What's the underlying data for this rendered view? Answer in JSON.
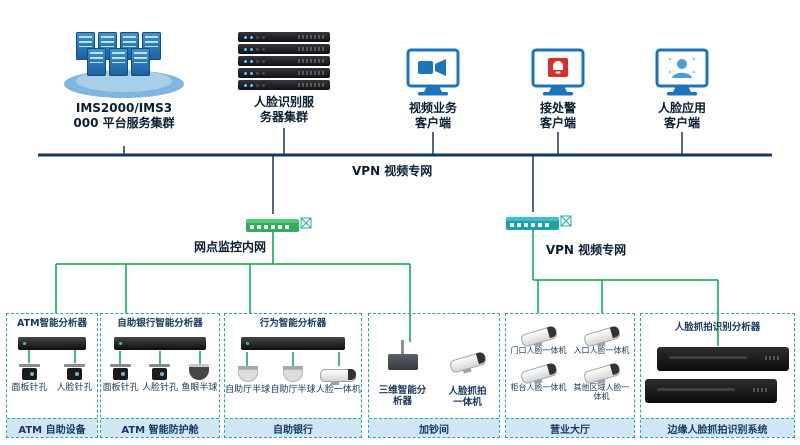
{
  "top_devices": [
    {
      "label": "IMS2000/IMS3000 平台服务集群"
    },
    {
      "label": "人脸识别服务器集群"
    },
    {
      "label": "视频业务客户端"
    },
    {
      "label": "接处警客户端"
    },
    {
      "label": "人脸应用客户端"
    }
  ],
  "bus": {
    "label": "VPN 视频专网"
  },
  "switches": [
    {
      "label": "网点监控内网"
    },
    {
      "label": "VPN 视频专网"
    }
  ],
  "zones": [
    {
      "name": "ATM 自助设备",
      "analyzer": "ATM智能分析器",
      "devices": [
        {
          "label": "面板针孔"
        },
        {
          "label": "人脸针孔"
        }
      ]
    },
    {
      "name": "ATM 智能防护舱",
      "analyzer": "自助银行智能分析器",
      "devices": [
        {
          "label": "面板针孔"
        },
        {
          "label": "人脸针孔"
        },
        {
          "label": "鱼眼半球"
        }
      ]
    },
    {
      "name": "自助银行",
      "analyzer": "行为智能分析器",
      "devices": [
        {
          "label": "自助厅半球"
        },
        {
          "label": "自助厅半球"
        },
        {
          "label": "人脸一体机"
        }
      ]
    },
    {
      "name": "加钞间",
      "devices": [
        {
          "label": "三维智能分析器"
        },
        {
          "label": "人脸抓拍一体机"
        }
      ]
    },
    {
      "name": "营业大厅",
      "devices": [
        {
          "label": "门口人脸一体机"
        },
        {
          "label": "入口人脸一体机"
        },
        {
          "label": "柜台人脸一体机"
        },
        {
          "label": "其他区域人脸一体机"
        }
      ]
    },
    {
      "name": "边缘人脸抓拍识别系统",
      "analyzer": "人脸抓拍识别分析器"
    }
  ],
  "colors": {
    "accent_blue": "#1b75bb",
    "line_green": "#00a650",
    "bus_dark": "#17375e",
    "zone_border": "#2aa8a0",
    "zone_band": "#d2e7f6",
    "alarm_red": "#d93025",
    "switch_green": "#2fae5b",
    "switch_teal": "#1f9fae"
  }
}
